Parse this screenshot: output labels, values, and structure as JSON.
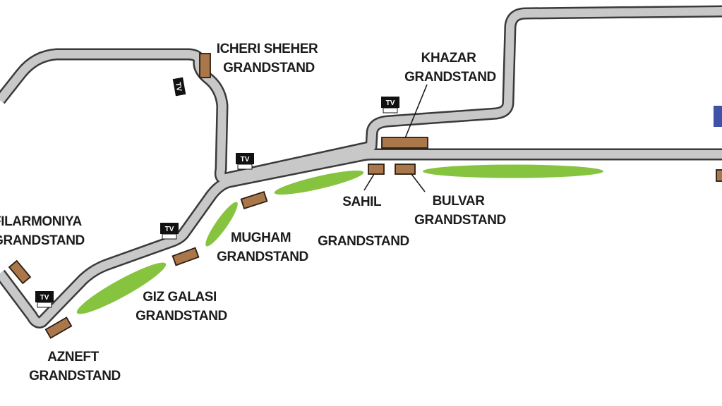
{
  "colors": {
    "track_fill": "#c8c8c8",
    "track_outline": "#3a3a3a",
    "grandstand": "#a9774a",
    "grass": "#86c440",
    "tv_box": "#111111",
    "edge_marker": "#3f51a8"
  },
  "tv_label": "TV",
  "grandstands": {
    "icheri_sheher": [
      "ICHERI SHEHER",
      "GRANDSTAND"
    ],
    "khazar": [
      "KHAZAR",
      "GRANDSTAND"
    ],
    "filarmoniya": [
      "FILARMONIYA",
      "GRANDSTAND"
    ],
    "mugham": [
      "MUGHAM",
      "GRANDSTAND"
    ],
    "sahil": [
      "SAHIL",
      "GRANDSTAND"
    ],
    "bulvar": [
      "BULVAR",
      "GRANDSTAND"
    ],
    "giz_galasi": [
      "GIZ GALASI",
      "GRANDSTAND"
    ],
    "azneft": [
      "AZNEFT",
      "GRANDSTAND"
    ]
  },
  "icons": {
    "tv_camera": "tv-camera-icon",
    "grandstand": "grandstand-icon"
  }
}
